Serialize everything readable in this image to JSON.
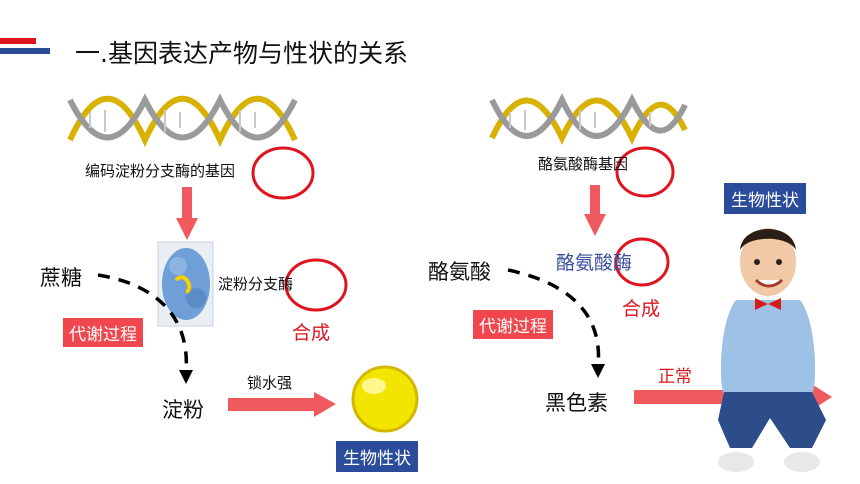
{
  "title": "一.基因表达产物与性状的关系",
  "left": {
    "gene_label": "编码淀粉分支酶的基因",
    "enzyme_label": "淀粉分支酶",
    "synthesis": "合成",
    "substrate": "蔗糖",
    "process": "代谢过程",
    "product": "淀粉",
    "property": "锁水强",
    "trait": "生物性状"
  },
  "right": {
    "gene_label": "酪氨酸酶基因",
    "enzyme_label": "酪氨酸酶",
    "synthesis": "合成",
    "substrate": "酪氨酸",
    "process": "代谢过程",
    "product": "黑色素",
    "property": "正常",
    "trait": "生物性状"
  },
  "colors": {
    "accent_red": "#e0141e",
    "box_red": "#f0474f",
    "box_blue": "#2b4c9b",
    "arrow_red": "#f05a5f"
  }
}
